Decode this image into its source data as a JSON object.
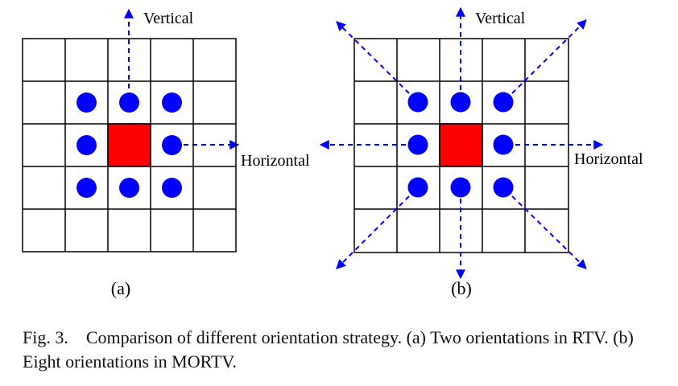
{
  "figure": {
    "panel_a": {
      "label": "(a)",
      "vertical_label": "Vertical",
      "horizontal_label": "Horizontal"
    },
    "panel_b": {
      "label": "(b)",
      "vertical_label": "Vertical",
      "horizontal_label": "Horizontal"
    },
    "colors": {
      "grid": "#000000",
      "center": "#ff0000",
      "neighbor": "#0000ff",
      "arrow": "#0000ff"
    }
  },
  "caption": {
    "label": "Fig. 3.",
    "text": "Comparison of different orientation strategy. (a) Two orientations in RTV. (b) Eight orientations in MORTV."
  }
}
